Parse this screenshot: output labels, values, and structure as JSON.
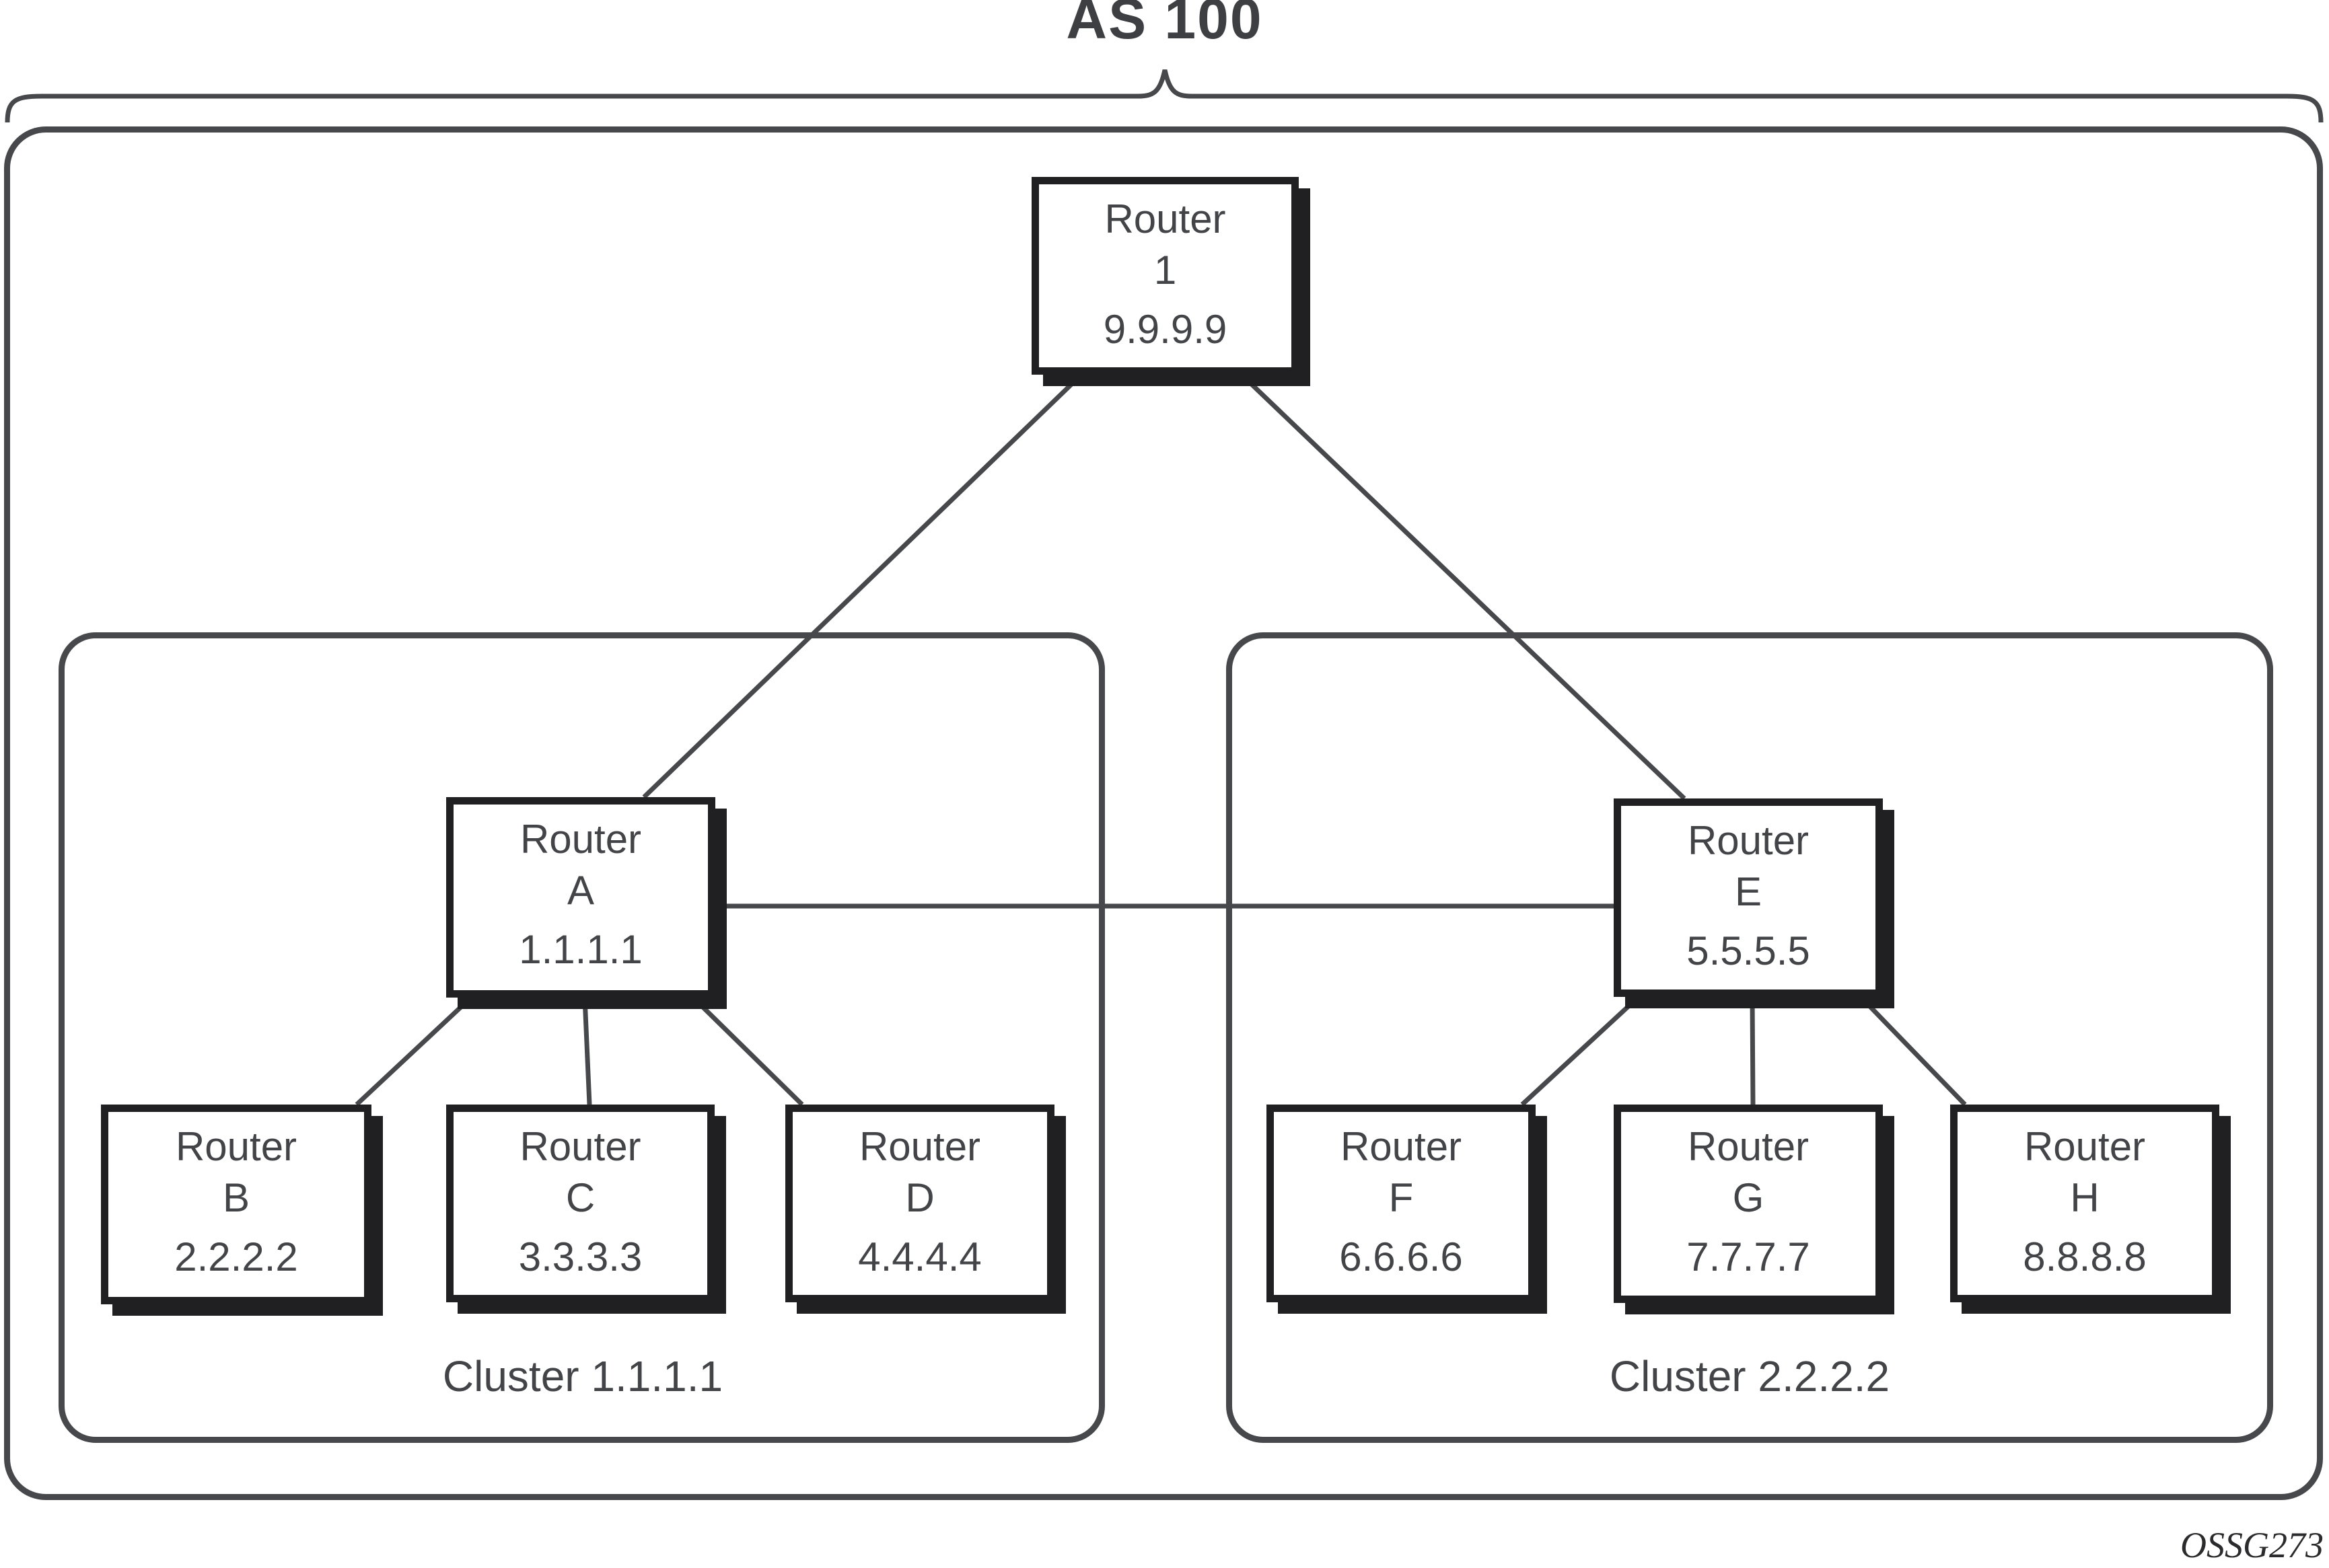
{
  "title": "AS 100",
  "figure_code": "OSSG273",
  "colors": {
    "line": "#46484b",
    "box_border": "#202023",
    "text": "#434448",
    "background": "#ffffff"
  },
  "routers": {
    "r1": {
      "type_label": "Router",
      "name": "1",
      "ip": "9.9.9.9"
    },
    "a": {
      "type_label": "Router",
      "name": "A",
      "ip": "1.1.1.1"
    },
    "b": {
      "type_label": "Router",
      "name": "B",
      "ip": "2.2.2.2"
    },
    "c": {
      "type_label": "Router",
      "name": "C",
      "ip": "3.3.3.3"
    },
    "d": {
      "type_label": "Router",
      "name": "D",
      "ip": "4.4.4.4"
    },
    "e": {
      "type_label": "Router",
      "name": "E",
      "ip": "5.5.5.5"
    },
    "f": {
      "type_label": "Router",
      "name": "F",
      "ip": "6.6.6.6"
    },
    "g": {
      "type_label": "Router",
      "name": "G",
      "ip": "7.7.7.7"
    },
    "h": {
      "type_label": "Router",
      "name": "H",
      "ip": "8.8.8.8"
    }
  },
  "clusters": {
    "c1": {
      "label": "Cluster 1.1.1.1"
    },
    "c2": {
      "label": "Cluster 2.2.2.2"
    }
  },
  "topology": {
    "connections": [
      [
        "Router 1",
        "Router A"
      ],
      [
        "Router 1",
        "Router E"
      ],
      [
        "Router A",
        "Router E"
      ],
      [
        "Router A",
        "Router B"
      ],
      [
        "Router A",
        "Router C"
      ],
      [
        "Router A",
        "Router D"
      ],
      [
        "Router E",
        "Router F"
      ],
      [
        "Router E",
        "Router G"
      ],
      [
        "Router E",
        "Router H"
      ]
    ]
  }
}
